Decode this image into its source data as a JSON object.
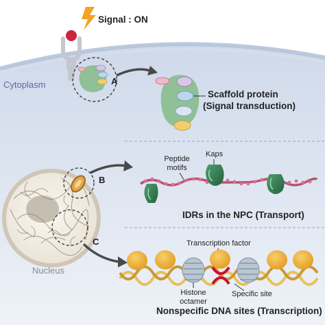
{
  "labels": {
    "signal": "Signal : ON",
    "cytoplasm": "Cytoplasm",
    "nucleus": "Nucleus",
    "panel_a": "A",
    "panel_b": "B",
    "panel_c": "C",
    "scaffold_line1": "Scaffold protein",
    "scaffold_line2": "(Signal transduction)",
    "kaps": "Kaps",
    "peptide_line1": "Peptide",
    "peptide_line2": "motifs",
    "idr": "IDRs in the NPC (Transport)",
    "transcription_factor": "Transcription factor",
    "histone_line1": "Histone",
    "histone_line2": "octamer",
    "specific_site": "Specific site",
    "nonspecific": "Nonspecific DNA sites (Transcription)"
  },
  "colors": {
    "cytoplasm_bg": "#dfe6f1",
    "membrane": "#b8c5da",
    "protein_green": "#8fc096",
    "kap_green": "#2f7a52",
    "idr_strand": "#b0586e",
    "peptide_dot": "#e06a9a",
    "tf_orange": "#f1b43c",
    "dna_yellow": "#e9c15a",
    "histone": "#b9c6d2",
    "specific_red": "#c8102e",
    "signal_bolt": "#f2a31f",
    "ligand_red": "#c9273c",
    "nucleus_fill": "#f3eee4",
    "nucleus_rim": "#cfc6b6"
  }
}
